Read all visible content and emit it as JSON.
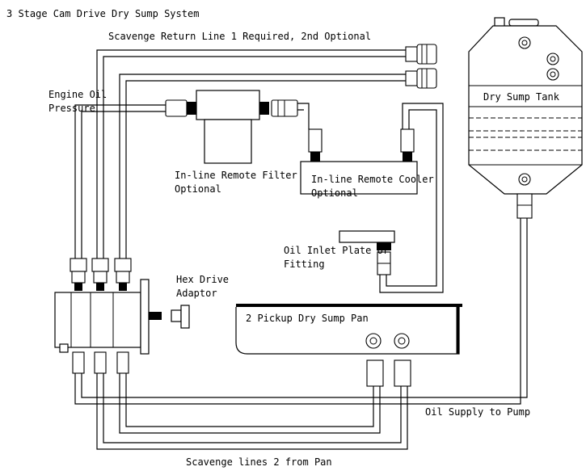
{
  "title": "3 Stage Cam Drive Dry Sump System",
  "labels": {
    "scavenge_return": "Scavenge Return Line  1 Required, 2nd Optional",
    "engine_oil_1": "Engine Oil",
    "engine_oil_2": "Pressure",
    "filter_1": "In-line Remote Filter",
    "filter_2": "Optional",
    "cooler_1": "In-line Remote Cooler",
    "cooler_2": "Optional",
    "dry_sump_tank": "Dry Sump Tank",
    "inlet_1": "Oil Inlet Plate or",
    "inlet_2": "Fitting",
    "hex_1": "Hex Drive",
    "hex_2": "Adaptor",
    "pan": "2 Pickup Dry Sump Pan",
    "oil_supply": "Oil Supply to Pump",
    "scavenge_lines": "Scavenge lines 2 from Pan"
  },
  "colors": {
    "line": "#000000",
    "background": "#ffffff"
  }
}
